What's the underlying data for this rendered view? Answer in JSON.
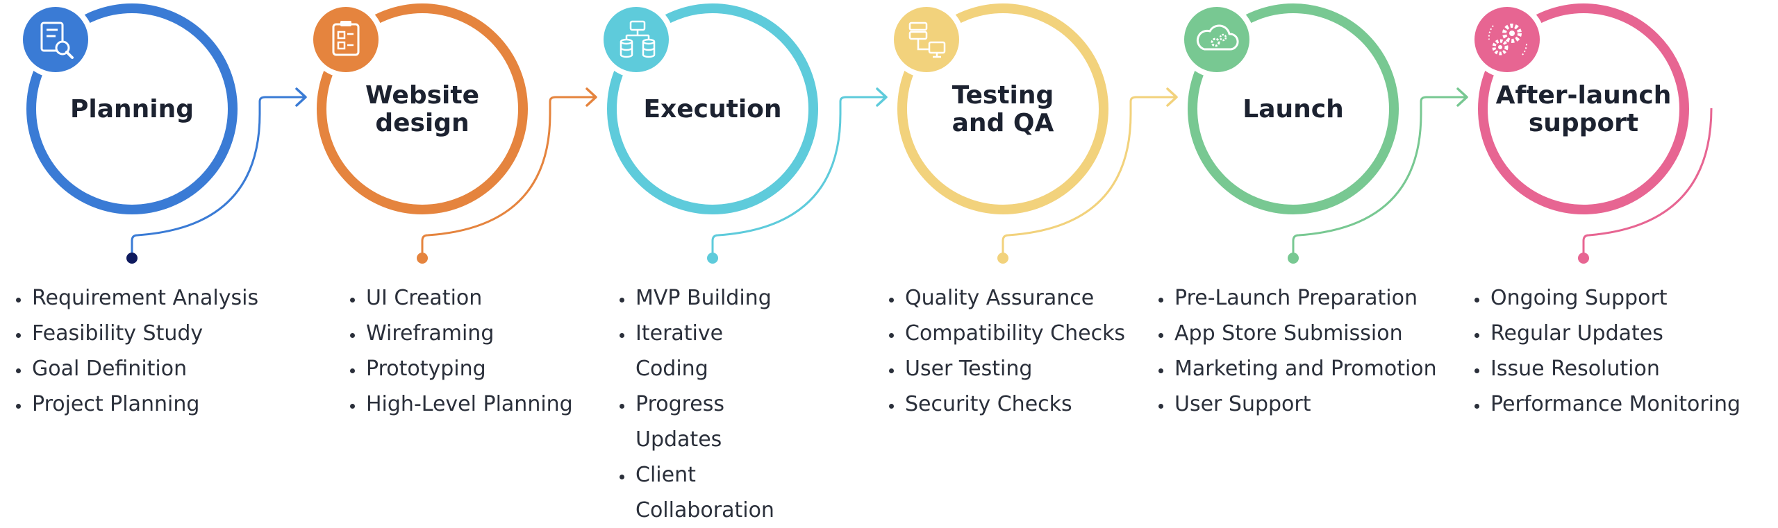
{
  "steps": [
    {
      "title_lines": [
        "Planning"
      ],
      "color": "#3a7bd5",
      "dot_color": "#0e1a5e",
      "icon": "search-document-icon",
      "items": [
        "Requirement Analysis",
        "Feasibility Study",
        "Goal Definition",
        "Project Planning"
      ]
    },
    {
      "title_lines": [
        "Website",
        "design"
      ],
      "color": "#e5843e",
      "dot_color": "#e5843e",
      "icon": "clipboard-layout-icon",
      "items": [
        "UI Creation",
        "Wireframing",
        "Prototyping",
        "High-Level Planning"
      ]
    },
    {
      "title_lines": [
        "Execution"
      ],
      "color": "#5ecbdb",
      "dot_color": "#5ecbdb",
      "icon": "database-network-icon",
      "items": [
        "MVP Building",
        "Iterative Coding",
        "Progress Updates",
        "Client Collaboration"
      ]
    },
    {
      "title_lines": [
        "Testing",
        "and QA"
      ],
      "color": "#f2d27c",
      "dot_color": "#f2d27c",
      "icon": "server-monitor-icon",
      "items": [
        "Quality Assurance",
        "Compatibility Checks",
        "User Testing",
        "Security Checks"
      ]
    },
    {
      "title_lines": [
        "Launch"
      ],
      "color": "#78c892",
      "dot_color": "#78c892",
      "icon": "cloud-gear-icon",
      "items": [
        "Pre-Launch Preparation",
        "App Store Submission",
        "Marketing and Promotion",
        "User Support"
      ]
    },
    {
      "title_lines": [
        "After-launch",
        "support"
      ],
      "color": "#e76592",
      "dot_color": "#e76592",
      "icon": "gears-icon",
      "items": [
        "Ongoing Support",
        "Regular Updates",
        "Issue Resolution",
        "Performance Monitoring"
      ]
    }
  ]
}
